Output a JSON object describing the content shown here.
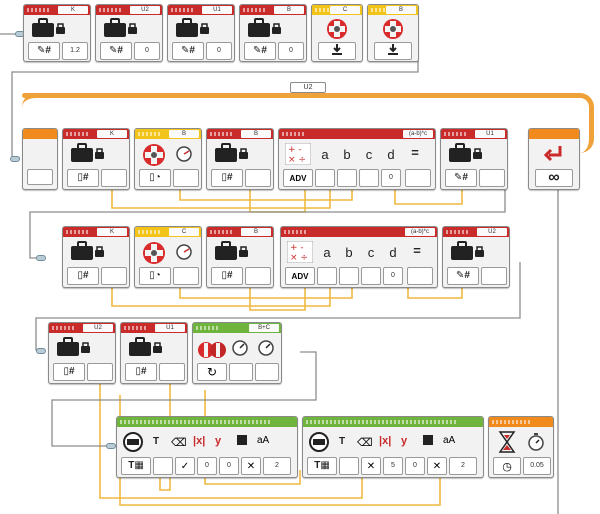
{
  "top_row": [
    {
      "name": "K",
      "value": "1.2"
    },
    {
      "name": "U2",
      "value": "0"
    },
    {
      "name": "U1",
      "value": "0"
    },
    {
      "name": "B",
      "value": "0"
    },
    {
      "name": "C"
    },
    {
      "name": "B"
    }
  ],
  "loop": {
    "label": "U2"
  },
  "row1": {
    "var_k": {
      "name": "K"
    },
    "sensor": {
      "name": "B"
    },
    "var_b": {
      "name": "B"
    },
    "math": {
      "title": "(a-b)*c",
      "mode": "ADV",
      "letters": [
        "a",
        "b",
        "c",
        "d",
        "="
      ],
      "d_value": "0"
    },
    "var_u1": {
      "name": "U1"
    }
  },
  "row2": {
    "var_k": {
      "name": "K"
    },
    "sensor": {
      "name": "C"
    },
    "var_b": {
      "name": "B"
    },
    "math": {
      "title": "(a-b)*c",
      "mode": "ADV",
      "letters": [
        "a",
        "b",
        "c",
        "d",
        "="
      ],
      "d_value": "0"
    },
    "var_u2": {
      "name": "U2"
    }
  },
  "row3": {
    "var_u2": {
      "name": "U2"
    },
    "var_u1": {
      "name": "U1"
    },
    "tank": {
      "name": "B+C"
    }
  },
  "row4": {
    "display1": {
      "values": [
        "0",
        "0",
        "2"
      ]
    },
    "display2": {
      "values": [
        "5",
        "0",
        "2"
      ]
    },
    "timer": {
      "value": "0.05"
    }
  },
  "colors": {
    "var_header": "#c92a2a",
    "sensor_header": "#f2c318",
    "move_header": "#6fb43c",
    "flow_header": "#f08a1c",
    "wire": "#f0b23a"
  }
}
